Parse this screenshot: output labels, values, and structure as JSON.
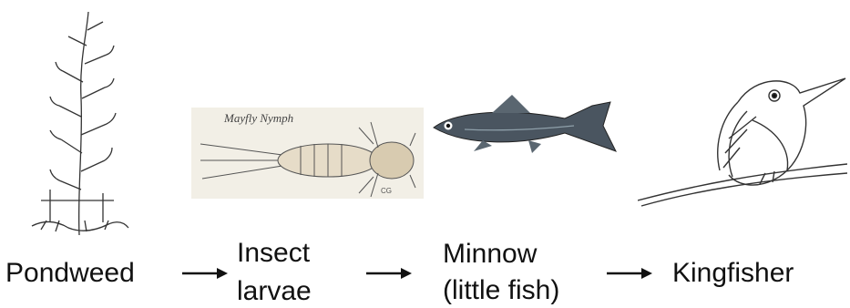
{
  "food_chain": {
    "organisms": [
      {
        "id": "pondweed",
        "label": "Pondweed",
        "icon": "pondweed-illustration"
      },
      {
        "id": "insect-larvae",
        "label_lines": [
          "Insect",
          "larvae"
        ],
        "icon": "mayfly-nymph-illustration",
        "caption": "Mayfly Nymph",
        "initials": "CG"
      },
      {
        "id": "minnow",
        "label_lines": [
          "Minnow",
          "(little fish)"
        ],
        "icon": "minnow-fish-illustration"
      },
      {
        "id": "kingfisher",
        "label": "Kingfisher",
        "icon": "kingfisher-bird-illustration"
      }
    ],
    "arrows": [
      "right-arrow-icon",
      "right-arrow-icon",
      "right-arrow-icon"
    ]
  },
  "colors": {
    "text": "#111111",
    "line": "#333333",
    "fish_body": "#4a5560",
    "background": "#ffffff"
  }
}
